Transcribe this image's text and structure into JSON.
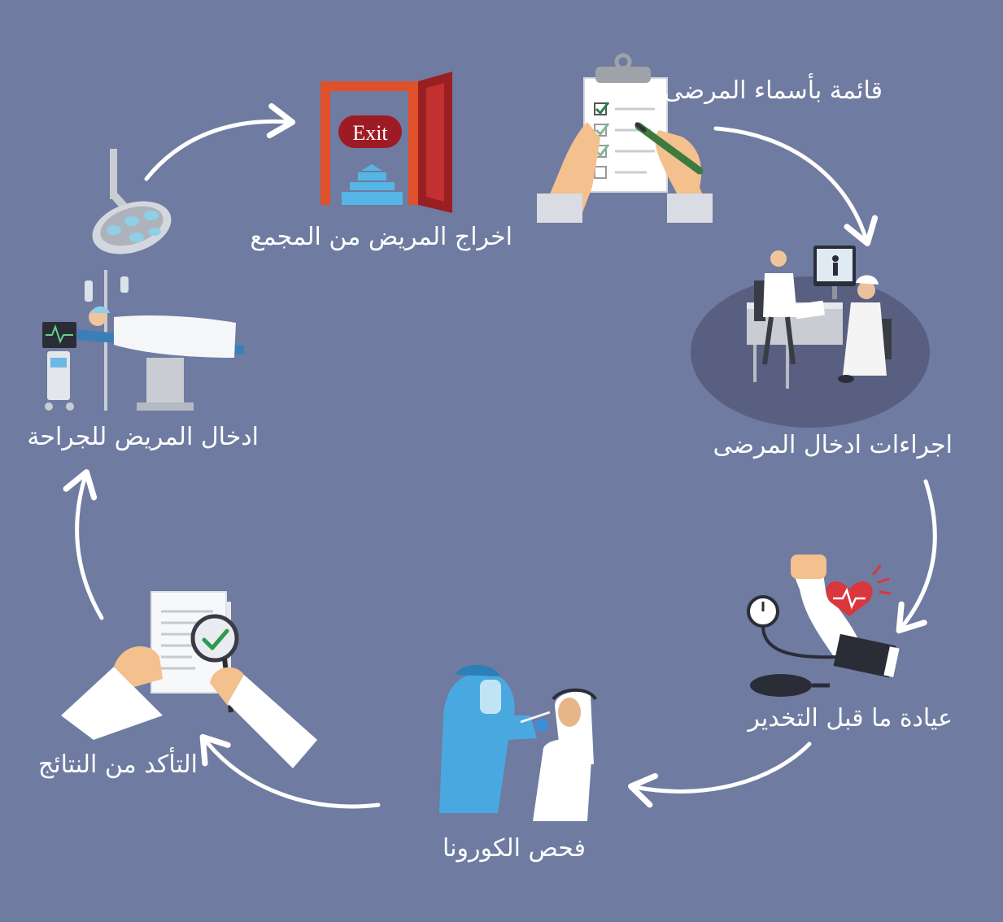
{
  "steps": [
    {
      "id": "patient-list",
      "label": "قائمة بأسماء المرضى"
    },
    {
      "id": "admission",
      "label": "اجراءات ادخال المرضى"
    },
    {
      "id": "pre-anesthesia",
      "label": "عيادة ما قبل التخدير"
    },
    {
      "id": "covid-test",
      "label": "فحص الكورونا"
    },
    {
      "id": "verify-results",
      "label": "التأكد من النتائج"
    },
    {
      "id": "surgery-admission",
      "label": "ادخال المريض للجراحة"
    },
    {
      "id": "discharge",
      "label": "اخراج المريض من المجمع"
    }
  ],
  "exit_sign": "Exit",
  "colors": {
    "background": "#6f7ba0",
    "arrow": "#ffffff",
    "door": "#e0502a",
    "door_dark": "#9a1f22",
    "exit_sign": "#9e1a24",
    "scrub_blue": "#4aa8e0",
    "heart": "#d9363e"
  }
}
